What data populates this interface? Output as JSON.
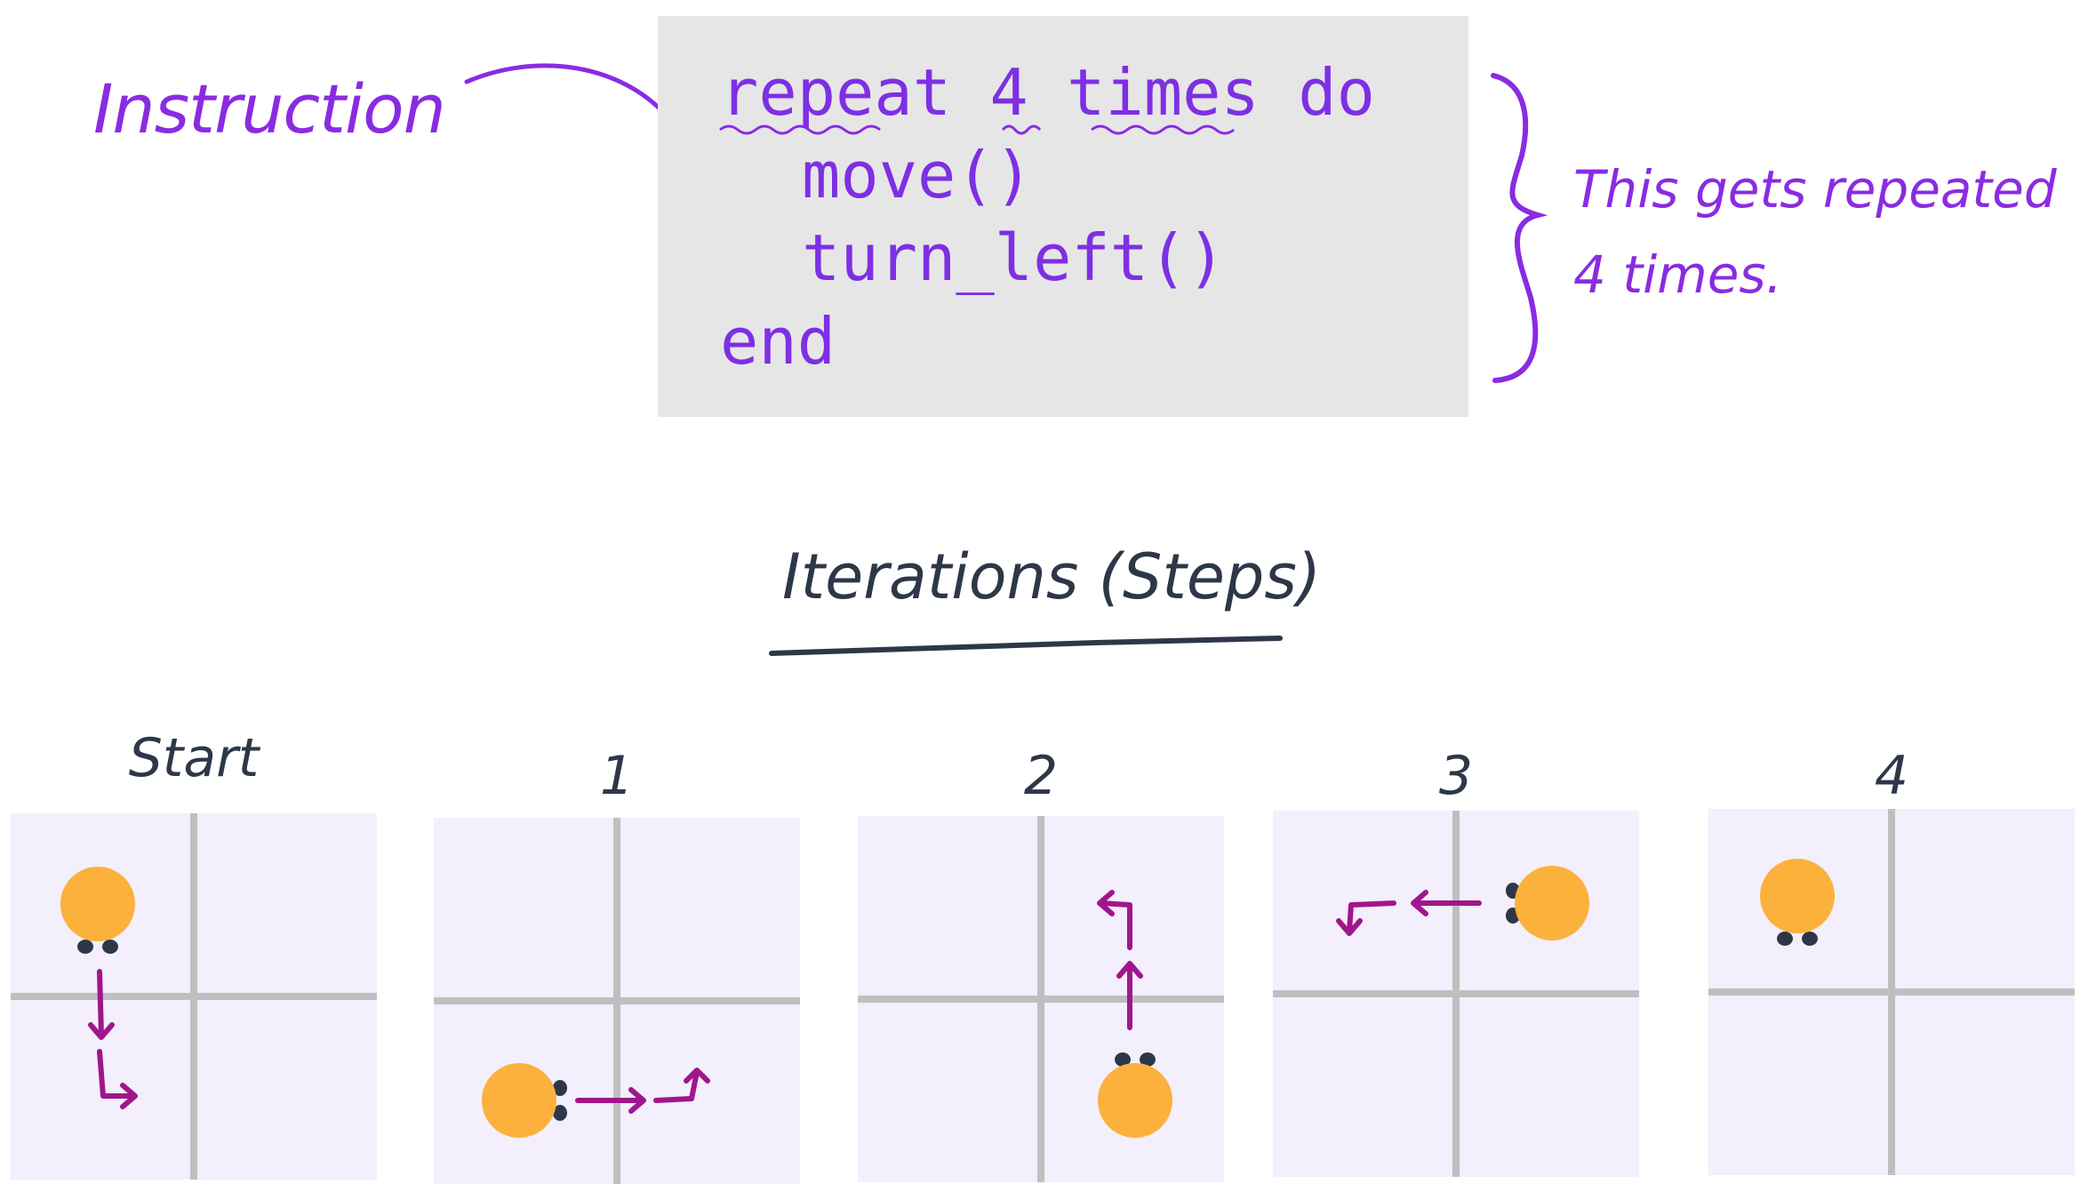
{
  "instruction_label": "Instruction",
  "code": {
    "lines": [
      "repeat 4 times do",
      "move()",
      "turn_left()",
      "end"
    ]
  },
  "annotation": {
    "lines": [
      "This gets repeated",
      "4 times."
    ]
  },
  "iterations_title": "Iterations (Steps)",
  "steps": [
    {
      "label": "Start",
      "robot_cell": "top-left",
      "facing": "down"
    },
    {
      "label": "1",
      "robot_cell": "bottom-left",
      "facing": "right"
    },
    {
      "label": "2",
      "robot_cell": "bottom-right",
      "facing": "up"
    },
    {
      "label": "3",
      "robot_cell": "top-right",
      "facing": "left"
    },
    {
      "label": "4",
      "robot_cell": "top-left",
      "facing": "down"
    }
  ],
  "colors": {
    "accent": "#8a2be2",
    "code_bg": "#e6e6e6",
    "grid_bg": "#f3effc",
    "grid_line": "#bfbfbf",
    "robot": "#fbb13c",
    "arrow": "#a0168c",
    "dark_text": "#2d3748"
  }
}
